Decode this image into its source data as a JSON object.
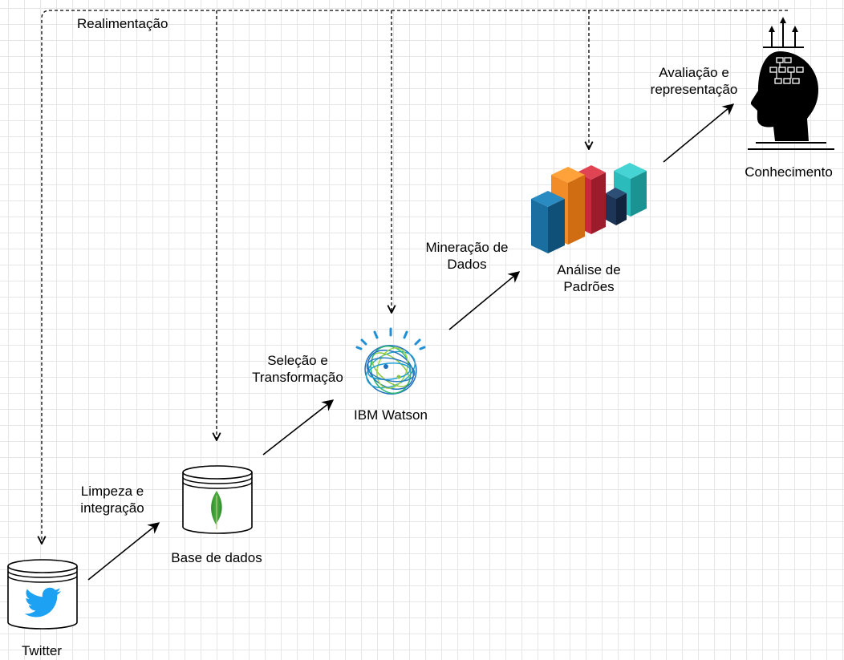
{
  "feedback_label": "Realimentação",
  "nodes": {
    "twitter": {
      "label": "Twitter"
    },
    "database": {
      "label": "Base de dados"
    },
    "watson": {
      "label": "IBM Watson"
    },
    "patterns": {
      "label_line1": "Análise de",
      "label_line2": "Padrões"
    },
    "knowledge": {
      "label": "Conhecimento"
    }
  },
  "steps": {
    "cleaning": {
      "line1": "Limpeza e",
      "line2": "integração"
    },
    "selection": {
      "line1": "Seleção e",
      "line2": "Transformação"
    },
    "mining": {
      "line1": "Mineração de",
      "line2": "Dados"
    },
    "evaluation": {
      "line1": "Avaliação e",
      "line2": "representação"
    }
  },
  "icons": {
    "twitter": "twitter-bird-icon",
    "database": "mongodb-leaf-icon",
    "watson": "ibm-watson-globe-icon",
    "patterns": "bar-chart-3d-icon",
    "knowledge": "head-brain-icon"
  },
  "colors": {
    "twitter_blue": "#1da1f2",
    "mongo_green": "#3fa037",
    "watson_blue": "#1f70c1",
    "watson_green": "#8cc63f",
    "bar_blue": "#1b6fa0",
    "bar_orange": "#f28c28",
    "bar_red": "#c8283a",
    "bar_navy": "#1d3557",
    "bar_teal": "#2bbbbb"
  }
}
